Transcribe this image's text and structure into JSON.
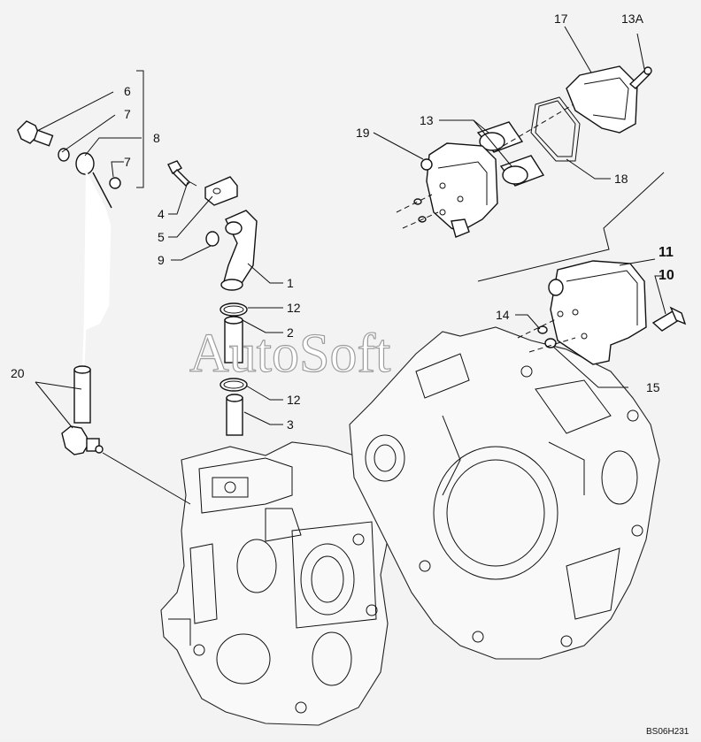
{
  "callouts": {
    "c1": "1",
    "c2": "2",
    "c3": "3",
    "c4": "4",
    "c5": "5",
    "c6": "6",
    "c7a": "7",
    "c7b": "7",
    "c8": "8",
    "c9": "9",
    "c10": "10",
    "c11": "11",
    "c12a": "12",
    "c12b": "12",
    "c13": "13",
    "c13a": "13A",
    "c14": "14",
    "c15": "15",
    "c17": "17",
    "c18": "18",
    "c19": "19",
    "c20": "20"
  },
  "watermark": "AutoSoft",
  "figure_code": "BS06H231"
}
